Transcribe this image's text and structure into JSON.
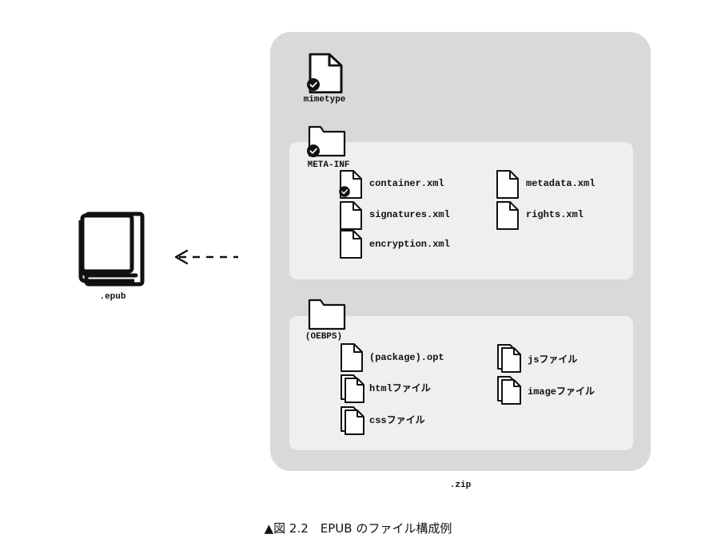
{
  "epub": {
    "label": ".epub",
    "icon": "book-icon"
  },
  "arrow": {
    "glyph": "<",
    "style": "dashed"
  },
  "zip": {
    "label": ".zip",
    "mimetype": {
      "label": "mimetype",
      "icon": "file-check-icon"
    },
    "meta_inf": {
      "label": "META-INF",
      "icon": "folder-check-icon",
      "files": [
        {
          "label": "container.xml",
          "icon": "file-check-icon"
        },
        {
          "label": "signatures.xml",
          "icon": "file-icon"
        },
        {
          "label": "encryption.xml",
          "icon": "file-icon"
        },
        {
          "label": "metadata.xml",
          "icon": "file-icon"
        },
        {
          "label": "rights.xml",
          "icon": "file-icon"
        }
      ]
    },
    "oebps": {
      "label": "(OEBPS)",
      "icon": "folder-icon",
      "files": [
        {
          "label": "(package).opt",
          "icon": "file-icon"
        },
        {
          "label": "htmlファイル",
          "icon": "files-stack-icon"
        },
        {
          "label": "cssファイル",
          "icon": "files-stack-icon"
        },
        {
          "label": "jsファイル",
          "icon": "files-stack-icon"
        },
        {
          "label": "imageファイル",
          "icon": "files-stack-icon"
        }
      ]
    }
  },
  "caption": "▲図 2.2　EPUB のファイル構成例",
  "colors": {
    "outer_box": "#d9d9d9",
    "inner_box": "#efefef",
    "ink": "#111111",
    "paper": "#ffffff"
  }
}
